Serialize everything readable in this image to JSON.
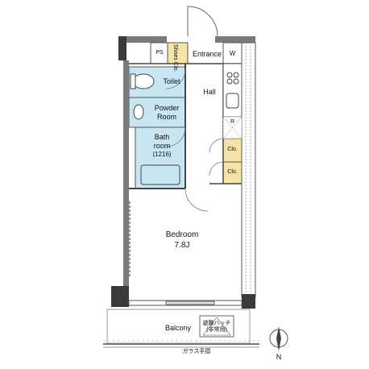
{
  "rooms": {
    "entrance": "Entrance",
    "ps": "PS",
    "shoes_closet": "Shoes Clo.",
    "w": "W",
    "toilet": "Toilet",
    "hall": "Hall",
    "powder_room_line1": "Powder",
    "powder_room_line2": "Room",
    "bath_line1": "Bath",
    "bath_line2": "room",
    "bath_size": "(1216)",
    "refrigerator": "R",
    "closet_upper": "Clo.",
    "closet_lower": "Clo.",
    "bedroom": "Bedroom",
    "bedroom_size": "7.8J",
    "balcony": "Balcony",
    "hatch_line1": "避難ハッチ",
    "hatch_line2": "(非常用)",
    "glass_rail": "ガラス手摺"
  },
  "compass": {
    "north": "N"
  },
  "colors": {
    "wet_area": "#c8e6f2",
    "closet": "#f6e3a6",
    "wall": "#7a7a7a",
    "wall_dark": "#3a3a3a"
  }
}
